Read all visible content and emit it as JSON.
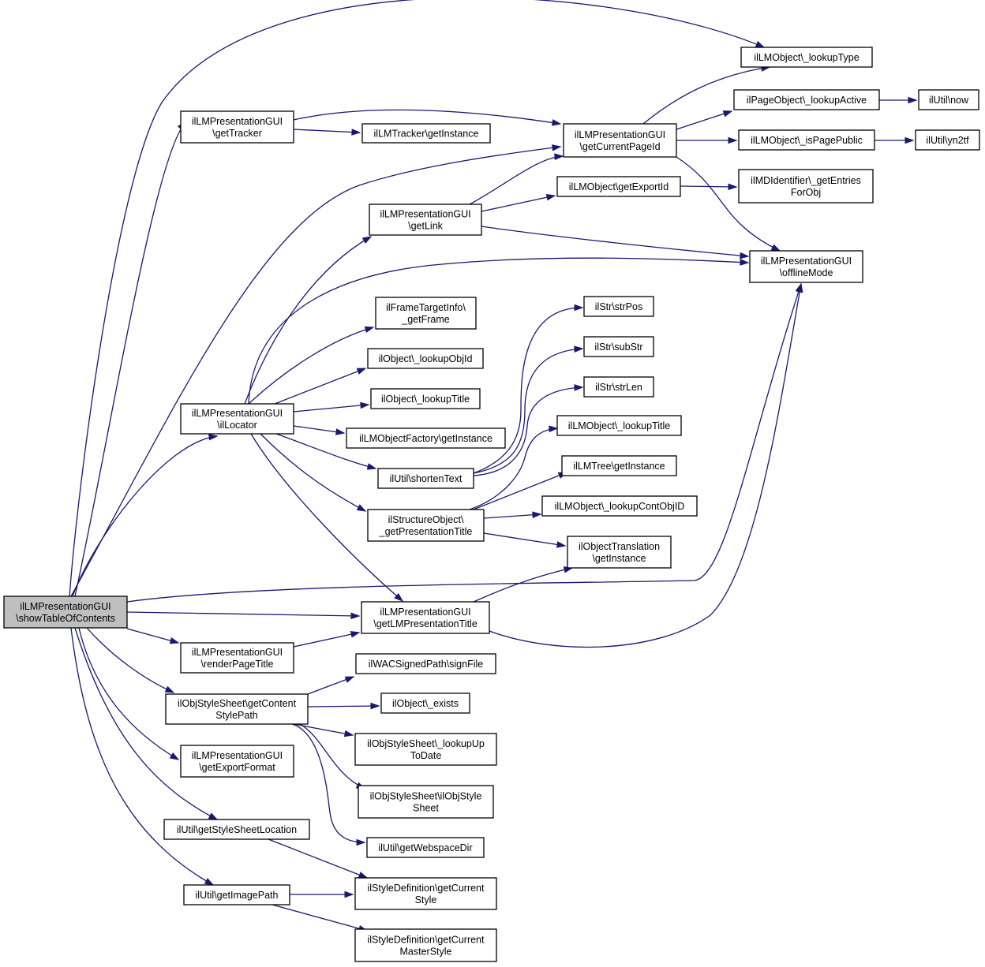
{
  "colors": {
    "edge": "#191970",
    "node_fill": "#ffffff",
    "root_fill": "#bfbfbf",
    "node_border": "#000000"
  },
  "nodes": {
    "root": [
      "ilLMPresentationGUI",
      "\\showTableOfContents"
    ],
    "getTracker": [
      "ilLMPresentationGUI",
      "\\getTracker"
    ],
    "trackerGetInstance": [
      "ilLMTracker\\getInstance"
    ],
    "ilLocator": [
      "ilLMPresentationGUI",
      "\\ilLocator"
    ],
    "renderPageTitle": [
      "ilLMPresentationGUI",
      "\\renderPageTitle"
    ],
    "getContentStylePath": [
      "ilObjStyleSheet\\getContent",
      "StylePath"
    ],
    "getExportFormat": [
      "ilLMPresentationGUI",
      "\\getExportFormat"
    ],
    "getStyleSheetLocation": [
      "ilUtil\\getStyleSheetLocation"
    ],
    "getImagePath": [
      "ilUtil\\getImagePath"
    ],
    "getLink": [
      "ilLMPresentationGUI",
      "\\getLink"
    ],
    "getFrame": [
      "ilFrameTargetInfo\\",
      "_getFrame"
    ],
    "lookupObjId": [
      "ilObject\\_lookupObjId"
    ],
    "objLookupTitle": [
      "ilObject\\_lookupTitle"
    ],
    "lmObjFactory": [
      "ilLMObjectFactory\\getInstance"
    ],
    "shortenText": [
      "ilUtil\\shortenText"
    ],
    "getPresentationTitle": [
      "ilStructureObject\\",
      "_getPresentationTitle"
    ],
    "getLMPresentationTitle": [
      "ilLMPresentationGUI",
      "\\getLMPresentationTitle"
    ],
    "signFile": [
      "ilWACSignedPath\\signFile"
    ],
    "objExists": [
      "ilObject\\_exists"
    ],
    "lookupUpToDate": [
      "ilObjStyleSheet\\_lookupUp",
      "ToDate"
    ],
    "ilObjStyleSheet": [
      "ilObjStyleSheet\\ilObjStyle",
      "Sheet"
    ],
    "getWebspaceDir": [
      "ilUtil\\getWebspaceDir"
    ],
    "getCurrentStyle": [
      "ilStyleDefinition\\getCurrent",
      "Style"
    ],
    "getCurrentMasterStyle": [
      "ilStyleDefinition\\getCurrent",
      "MasterStyle"
    ],
    "getCurrentPageId": [
      "ilLMPresentationGUI",
      "\\getCurrentPageId"
    ],
    "getExportId": [
      "ilLMObject\\getExportId"
    ],
    "strPos": [
      "ilStr\\strPos"
    ],
    "subStr": [
      "ilStr\\subStr"
    ],
    "strLen": [
      "ilStr\\strLen"
    ],
    "lmObjLookupTitle": [
      "ilLMObject\\_lookupTitle"
    ],
    "lmTreeGetInstance": [
      "ilLMTree\\getInstance"
    ],
    "lookupContObjID": [
      "ilLMObject\\_lookupContObjID"
    ],
    "objTranslation": [
      "ilObjectTranslation",
      "\\getInstance"
    ],
    "lookupType": [
      "ilLMObject\\_lookupType"
    ],
    "lookupActive": [
      "ilPageObject\\_lookupActive"
    ],
    "isPagePublic": [
      "ilLMObject\\_isPagePublic"
    ],
    "getEntriesForObj": [
      "ilMDIdentifier\\_getEntries",
      "ForObj"
    ],
    "offlineMode": [
      "ilLMPresentationGUI",
      "\\offlineMode"
    ],
    "utilNow": [
      "ilUtil\\now"
    ],
    "yn2tf": [
      "ilUtil\\yn2tf"
    ]
  }
}
